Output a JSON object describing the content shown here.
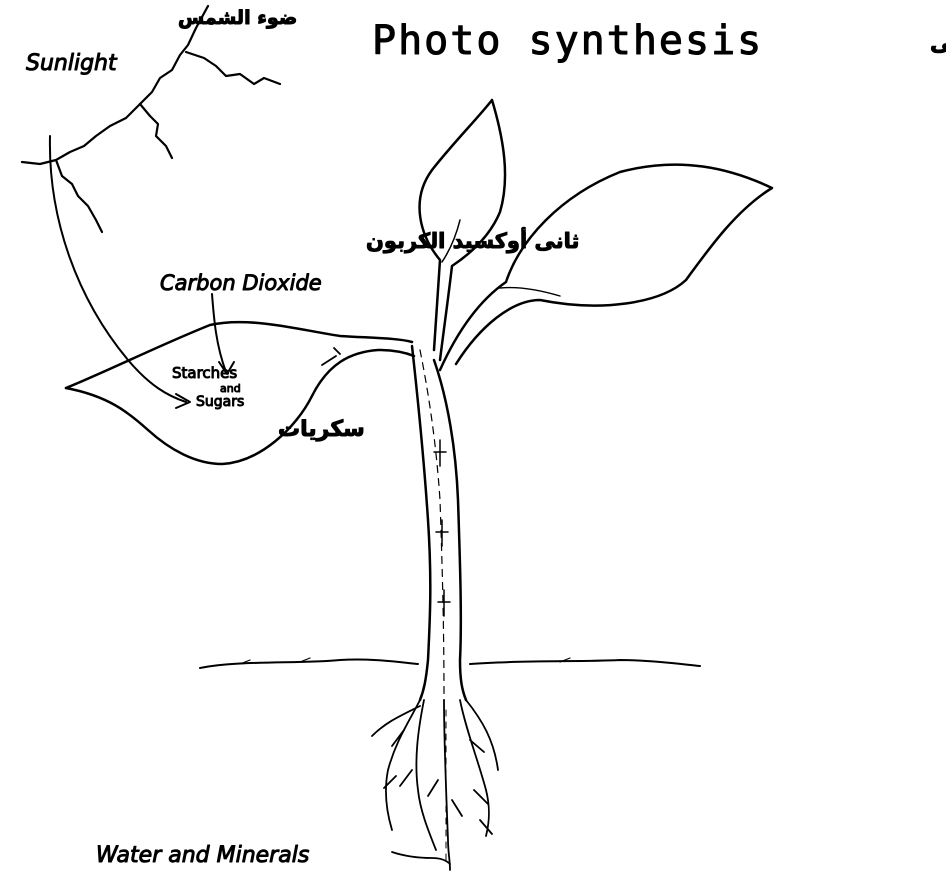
{
  "title": {
    "english": "Photo synthesis",
    "arabic": "البناء الضوئى"
  },
  "labels": {
    "sunlight_ar": "ضوء الشمس",
    "sunlight_en": "Sunlight",
    "co2_ar": "ثانى أوكسيد الكربون",
    "co2_en": "Carbon Dioxide",
    "starches": "Starches",
    "and": "and",
    "sugars": "Sugars",
    "sugars_ar": "سكريات",
    "water": "Water and Minerals"
  }
}
